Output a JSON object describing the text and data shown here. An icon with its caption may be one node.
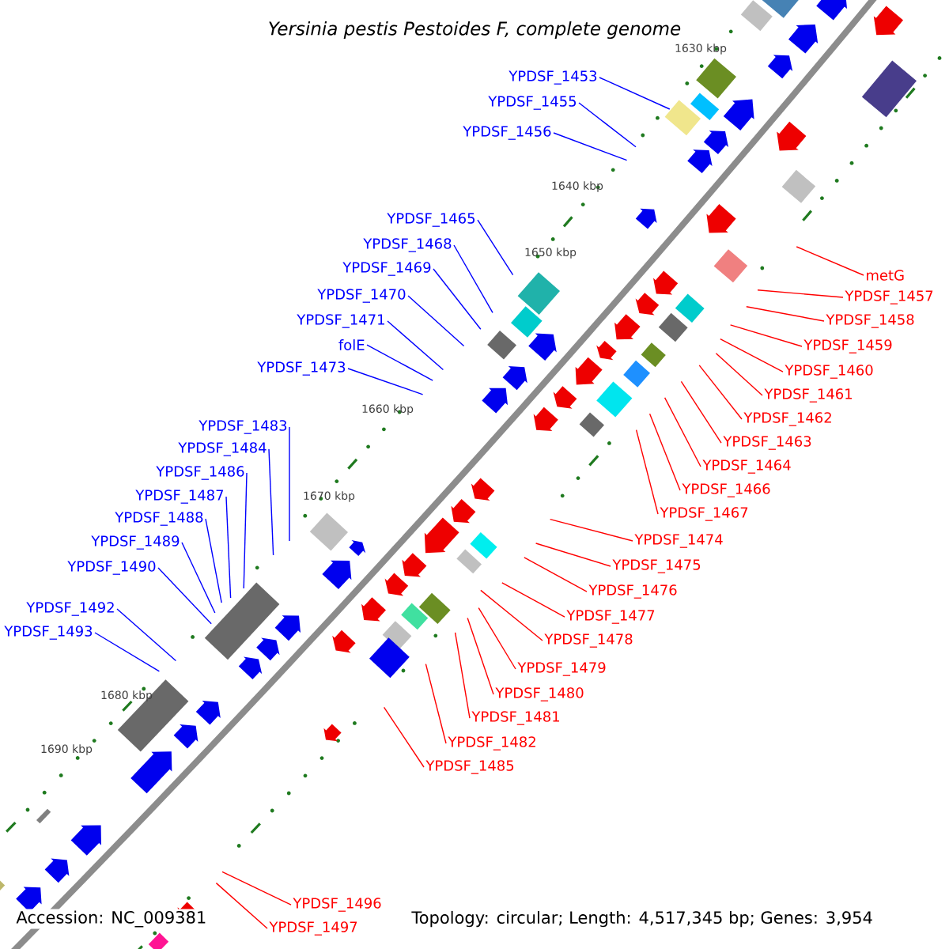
{
  "diagram": {
    "title": "Yersinia pestis Pestoides F, complete genome",
    "nodes": [
      {
        "text": [
          "YPDSF_1453"
        ]
      },
      {
        "text": [
          "YPDSF_1455"
        ]
      },
      {
        "text": [
          "YPDSF_1456"
        ]
      },
      {
        "text": [
          "YPDSF_1465"
        ]
      },
      {
        "text": [
          "YPDSF_1468"
        ]
      },
      {
        "text": [
          "YPDSF_1469"
        ]
      },
      {
        "text": [
          "YPDSF_1470"
        ]
      },
      {
        "text": [
          "YPDSF_1471"
        ]
      },
      {
        "text": [
          "folE"
        ]
      },
      {
        "text": [
          "YPDSF_1473"
        ]
      },
      {
        "text": [
          "YPDSF_1483"
        ]
      },
      {
        "text": [
          "YPDSF_1484"
        ]
      },
      {
        "text": [
          "YPDSF_1486"
        ]
      },
      {
        "text": [
          "YPDSF_1487"
        ]
      },
      {
        "text": [
          "YPDSF_1488"
        ]
      },
      {
        "text": [
          "YPDSF_1489"
        ]
      },
      {
        "text": [
          "YPDSF_1490"
        ]
      },
      {
        "text": [
          "YPDSF_1492"
        ]
      },
      {
        "text": [
          "YPDSF_1493"
        ]
      },
      {
        "text": [
          "metG"
        ]
      },
      {
        "text": [
          "YPDSF_1457"
        ]
      },
      {
        "text": [
          "YPDSF_1458"
        ]
      },
      {
        "text": [
          "YPDSF_1459"
        ]
      },
      {
        "text": [
          "YPDSF_1460"
        ]
      },
      {
        "text": [
          "YPDSF_1461"
        ]
      },
      {
        "text": [
          "YPDSF_1462"
        ]
      },
      {
        "text": [
          "YPDSF_1463"
        ]
      },
      {
        "text": [
          "YPDSF_1464"
        ]
      },
      {
        "text": [
          "YPDSF_1466"
        ]
      },
      {
        "text": [
          "YPDSF_1467"
        ]
      },
      {
        "text": [
          "YPDSF_1474"
        ]
      },
      {
        "text": [
          "YPDSF_1475"
        ]
      },
      {
        "text": [
          "YPDSF_1476"
        ]
      },
      {
        "text": [
          "YPDSF_1477"
        ]
      },
      {
        "text": [
          "YPDSF_1478"
        ]
      },
      {
        "text": [
          "YPDSF_1479"
        ]
      },
      {
        "text": [
          "YPDSF_1480"
        ]
      },
      {
        "text": [
          "YPDSF_1481"
        ]
      },
      {
        "text": [
          "YPDSF_1482"
        ]
      },
      {
        "text": [
          "YPDSF_1485"
        ]
      },
      {
        "text": [
          "YPDSF_1496"
        ]
      },
      {
        "text": [
          "YPDSF_1497"
        ]
      }
    ],
    "edges": [
      {
        "from": 0,
        "to": null,
        "arrow": "none",
        "color": "#0000ff"
      },
      {
        "from": 1,
        "to": null,
        "arrow": "none",
        "color": "#0000ff"
      },
      {
        "from": 2,
        "to": null,
        "arrow": "none",
        "color": "#0000ff"
      },
      {
        "from": 3,
        "to": null,
        "arrow": "none",
        "color": "#0000ff"
      },
      {
        "from": 4,
        "to": null,
        "arrow": "none",
        "color": "#0000ff"
      },
      {
        "from": 5,
        "to": null,
        "arrow": "none",
        "color": "#0000ff"
      },
      {
        "from": 6,
        "to": null,
        "arrow": "none",
        "color": "#0000ff"
      },
      {
        "from": 7,
        "to": null,
        "arrow": "none",
        "color": "#0000ff"
      },
      {
        "from": 8,
        "to": null,
        "arrow": "none",
        "color": "#0000ff"
      },
      {
        "from": 9,
        "to": null,
        "arrow": "none",
        "color": "#0000ff"
      },
      {
        "from": 10,
        "to": null,
        "arrow": "none",
        "color": "#0000ff"
      },
      {
        "from": 11,
        "to": null,
        "arrow": "none",
        "color": "#0000ff"
      },
      {
        "from": 12,
        "to": null,
        "arrow": "none",
        "color": "#0000ff"
      },
      {
        "from": 13,
        "to": null,
        "arrow": "none",
        "color": "#0000ff"
      },
      {
        "from": 14,
        "to": null,
        "arrow": "none",
        "color": "#0000ff"
      },
      {
        "from": 15,
        "to": null,
        "arrow": "none",
        "color": "#0000ff"
      },
      {
        "from": 16,
        "to": null,
        "arrow": "none",
        "color": "#0000ff"
      },
      {
        "from": 17,
        "to": null,
        "arrow": "none",
        "color": "#0000ff"
      },
      {
        "from": 18,
        "to": null,
        "arrow": "none",
        "color": "#0000ff"
      },
      {
        "from": 19,
        "to": null,
        "arrow": "none"
      },
      {
        "from": 20,
        "to": null,
        "arrow": "none"
      },
      {
        "from": 21,
        "to": null,
        "arrow": "none"
      },
      {
        "from": 22,
        "to": null,
        "arrow": "none"
      },
      {
        "from": 23,
        "to": null,
        "arrow": "none"
      },
      {
        "from": 24,
        "to": null,
        "arrow": "none"
      },
      {
        "from": 25,
        "to": null,
        "arrow": "none"
      },
      {
        "from": 26,
        "to": null,
        "arrow": "none"
      },
      {
        "from": 27,
        "to": null,
        "arrow": "none"
      },
      {
        "from": 28,
        "to": null,
        "arrow": "none"
      },
      {
        "from": 29,
        "to": null,
        "arrow": "none"
      },
      {
        "from": 30,
        "to": null,
        "arrow": "none"
      },
      {
        "from": 31,
        "to": null,
        "arrow": "none"
      },
      {
        "from": 32,
        "to": null,
        "arrow": "none"
      },
      {
        "from": 33,
        "to": null,
        "arrow": "none"
      },
      {
        "from": 34,
        "to": null,
        "arrow": "none"
      },
      {
        "from": 35,
        "to": null,
        "arrow": "none"
      },
      {
        "from": 36,
        "to": null,
        "arrow": "none"
      },
      {
        "from": 37,
        "to": null,
        "arrow": "none"
      },
      {
        "from": 38,
        "to": null,
        "arrow": "none"
      },
      {
        "from": 39,
        "to": null,
        "arrow": "none"
      },
      {
        "from": 40,
        "to": null,
        "arrow": "none"
      },
      {
        "from": 41,
        "to": null,
        "arrow": "none"
      }
    ],
    "labels": [
      "1630 kbp",
      "1640 kbp",
      "1650 kbp",
      "1660 kbp",
      "1670 kbp",
      "1680 kbp",
      "1690 kbp",
      "Accession: NC_009381",
      "Topology: circular; Length: 4,517,345 bp; Genes: 3,954"
    ]
  }
}
